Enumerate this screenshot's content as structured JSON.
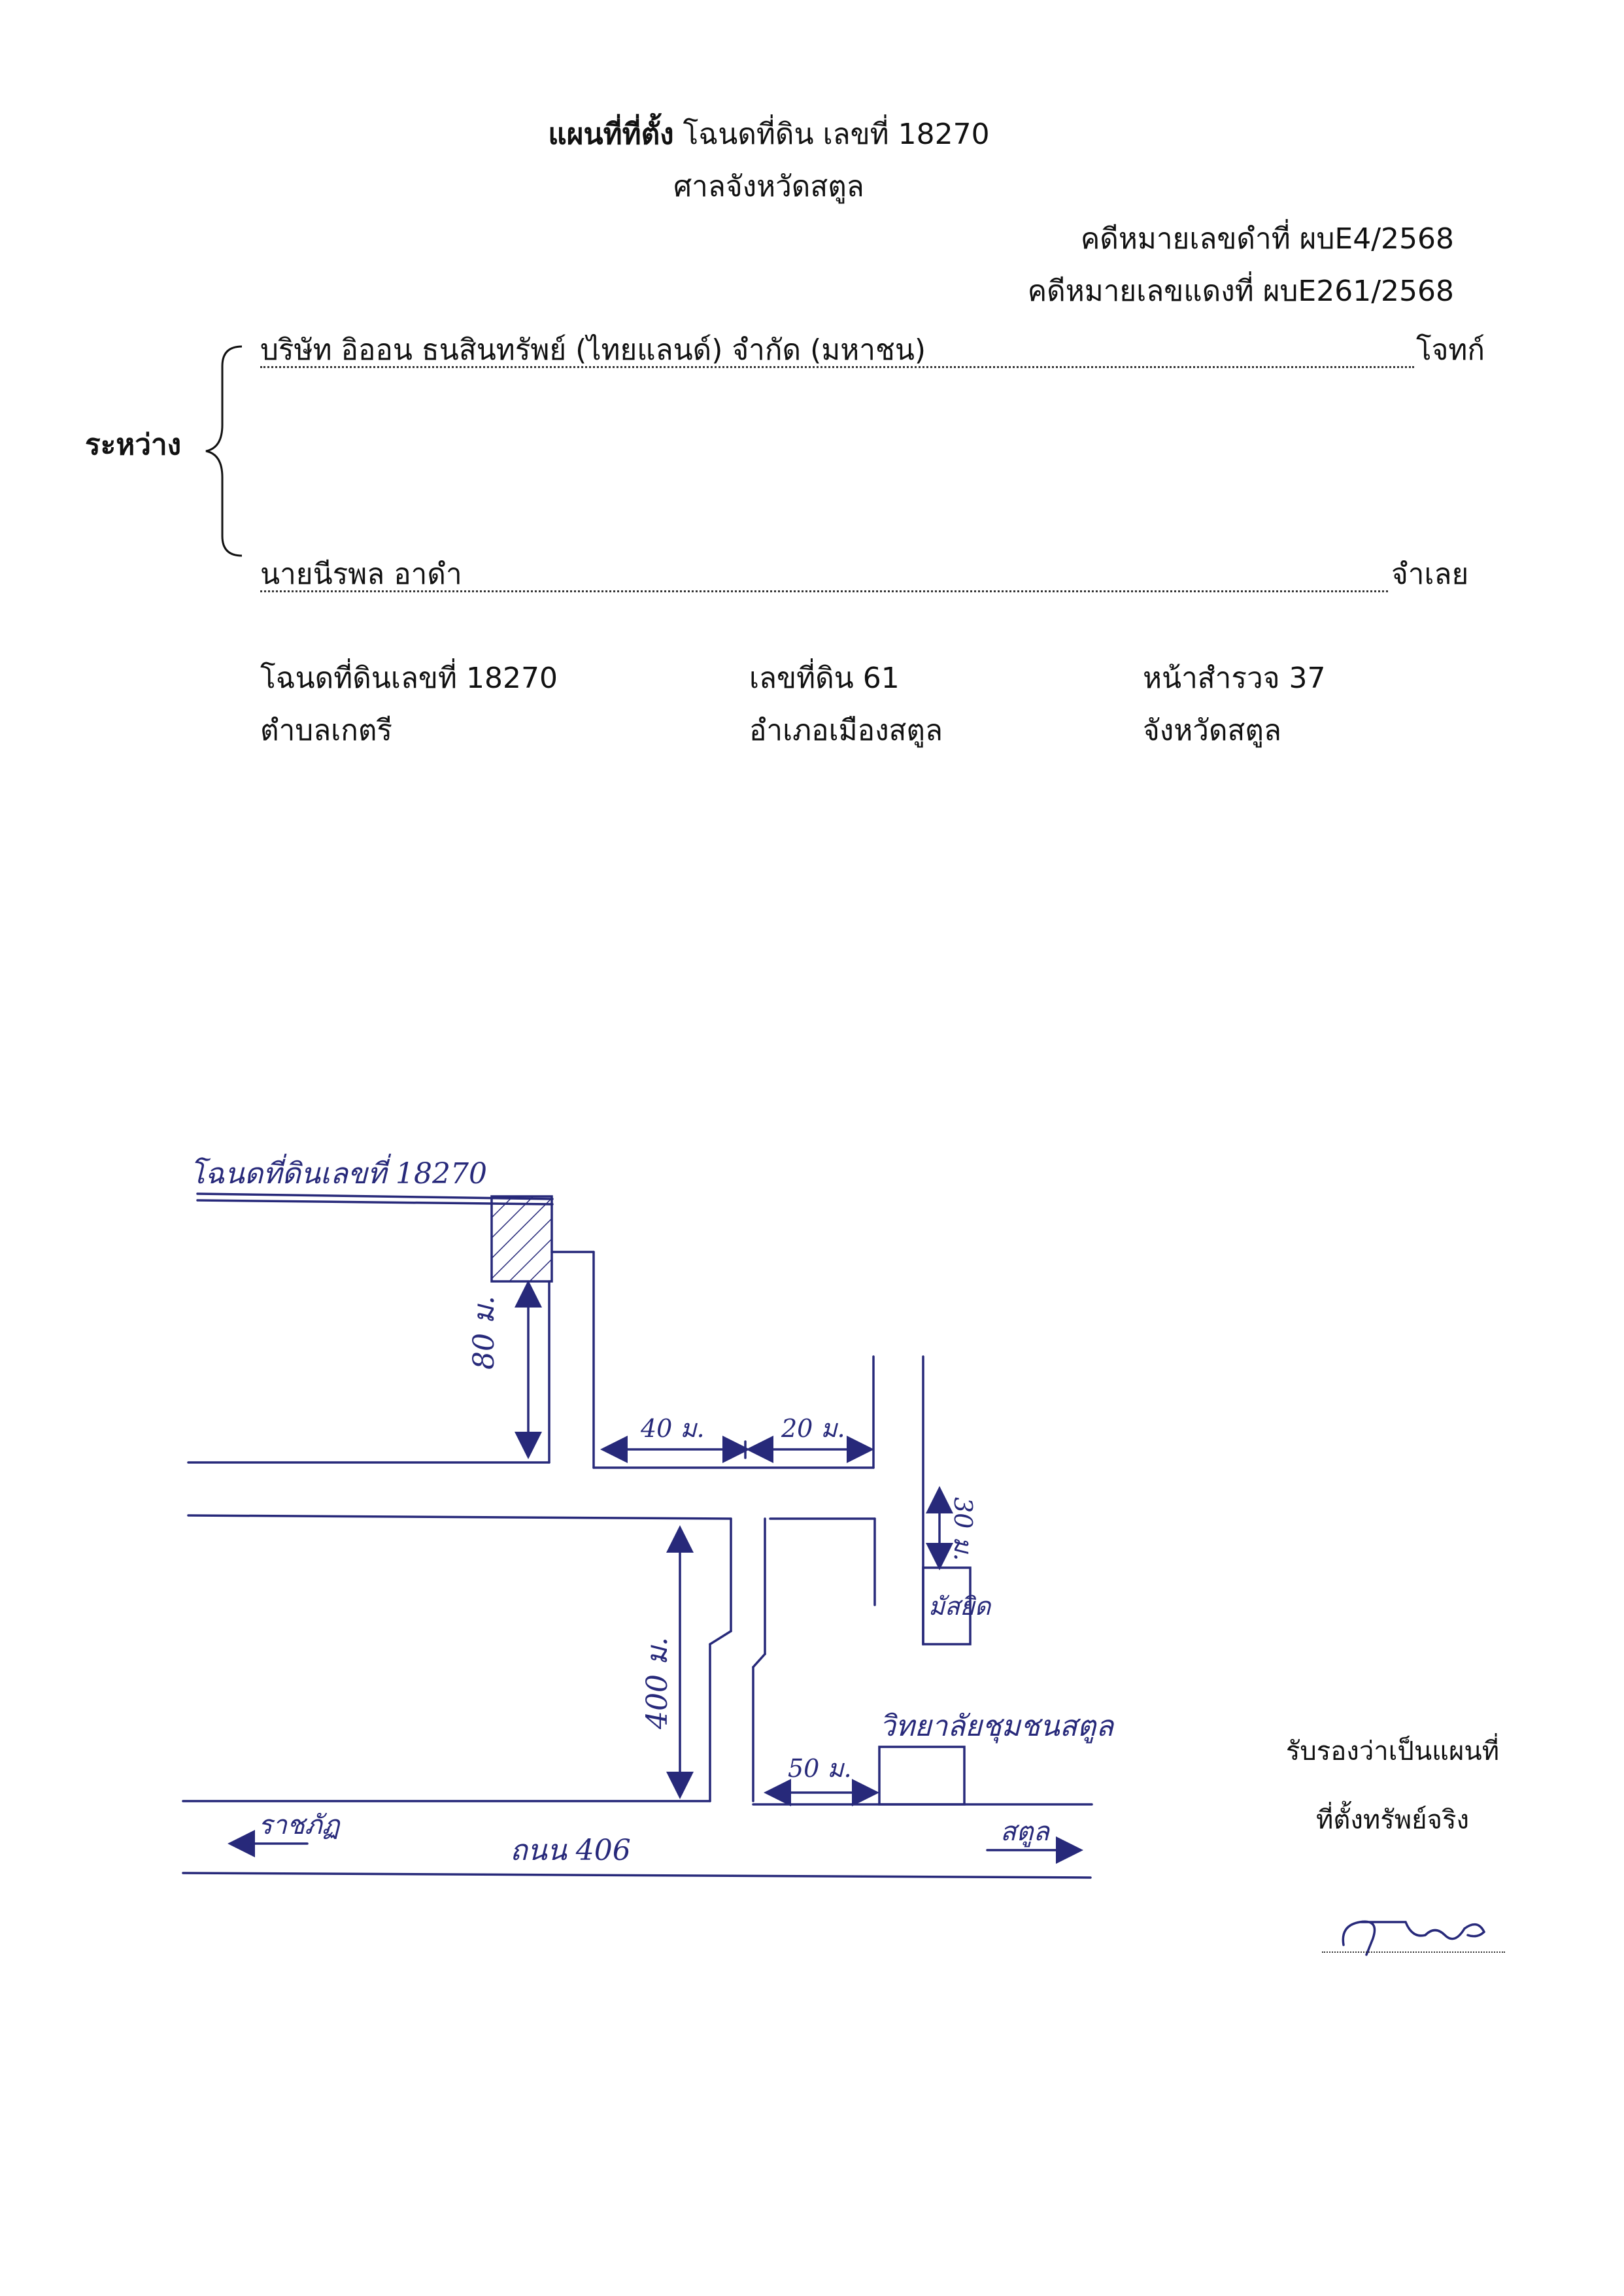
{
  "header": {
    "title_bold": "แผนที่ที่ตั้ง",
    "title_rest": "โฉนดที่ดิน เลขที่ 18270",
    "court": "ศาลจังหวัดสตูล",
    "black_case": "คดีหมายเลขดำที่ ผบE4/2568",
    "red_case": "คดีหมายเลขแดงที่ ผบE261/2568"
  },
  "parties": {
    "between_label": "ระหว่าง",
    "plaintiff_name": "บริษัท อิออน ธนสินทรัพย์ (ไทยแลนด์) จำกัด (มหาชน)",
    "plaintiff_role": "โจทก์",
    "defendant_name": "นายนีรพล  อาดำ",
    "defendant_role": "จำเลย"
  },
  "land": {
    "deed": "โฉนดที่ดินเลขที่  18270",
    "parcel": "เลขที่ดิน 61",
    "survey_page": "หน้าสำรวจ 37",
    "subdistrict": "ตำบลเกตรี",
    "district": "อำเภอเมืองสตูล",
    "province": "จังหวัดสตูล"
  },
  "map": {
    "deed_label": "โฉนดที่ดินเลขที่ 18270",
    "dist_80": "80 ม.",
    "dist_40": "40 ม.",
    "dist_20": "20 ม.",
    "dist_30": "30 ม.",
    "mosque": "มัสยิด",
    "dist_400": "400 ม.",
    "college": "วิทยาลัยชุมชนสตูล",
    "dist_50": "50 ม.",
    "road": "ถนน 406",
    "to_left": "ราชภัฏ",
    "to_right": "สตูล",
    "ink_color": "#27297a"
  },
  "certify": {
    "line1": "รับรองว่าเป็นแผนที่",
    "line2": "ที่ตั้งทรัพย์จริง",
    "signature": "ธีรพล"
  }
}
